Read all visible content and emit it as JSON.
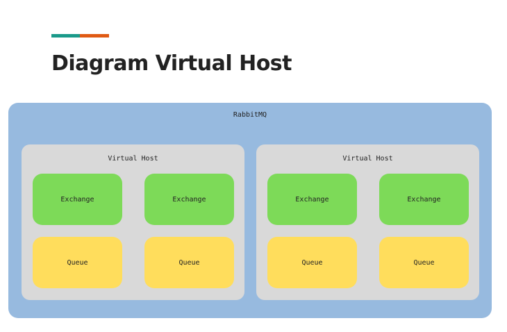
{
  "header": {
    "title": "Diagram Virtual Host",
    "accent_colors": [
      "#1a9a8a",
      "#e05a14"
    ]
  },
  "diagram": {
    "colors": {
      "outer": "#97badf",
      "vhost": "#d9d9d9",
      "exchange": "#7dda58",
      "queue": "#ffdd5c"
    },
    "outer_label": "RabbitMQ",
    "vhosts": [
      {
        "label": "Virtual Host",
        "exchanges": [
          "Exchange",
          "Exchange"
        ],
        "queues": [
          "Queue",
          "Queue"
        ]
      },
      {
        "label": "Virtual Host",
        "exchanges": [
          "Exchange",
          "Exchange"
        ],
        "queues": [
          "Queue",
          "Queue"
        ]
      }
    ]
  }
}
